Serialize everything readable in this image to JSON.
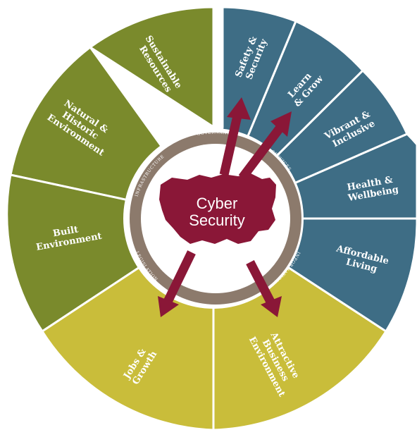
{
  "center": {
    "title_line1": "Cyber",
    "title_line2": "Security"
  },
  "colors": {
    "olive": "#7a8a2c",
    "teal": "#3e6d85",
    "mustard": "#c9bd3a",
    "ring": "#8c7a6c",
    "maroon": "#8a1737",
    "white": "#ffffff"
  },
  "segments": [
    {
      "id": "safety",
      "lines": [
        "Safety &",
        "Security"
      ],
      "color_key": "teal"
    },
    {
      "id": "learn",
      "lines": [
        "Learn",
        "& Grow"
      ],
      "color_key": "teal"
    },
    {
      "id": "vibrant",
      "lines": [
        "Vibrant &",
        "Inclusive"
      ],
      "color_key": "teal"
    },
    {
      "id": "health",
      "lines": [
        "Health &",
        "Wellbeing"
      ],
      "color_key": "teal"
    },
    {
      "id": "affordable",
      "lines": [
        "Affordable",
        "Living"
      ],
      "color_key": "teal"
    },
    {
      "id": "business",
      "lines": [
        "Attractive",
        "Business",
        "Environment"
      ],
      "color_key": "mustard"
    },
    {
      "id": "jobs",
      "lines": [
        "Jobs &",
        "Growth"
      ],
      "color_key": "mustard"
    },
    {
      "id": "built",
      "lines": [
        "Built",
        "Environment"
      ],
      "color_key": "olive"
    },
    {
      "id": "natural",
      "lines": [
        "Natural &",
        "Historic",
        "Environment"
      ],
      "color_key": "olive"
    },
    {
      "id": "sustainable",
      "lines": [
        "Sustainable",
        "Resources"
      ],
      "color_key": "olive"
    }
  ],
  "ring_labels": {
    "governance": "GOVERNANCE",
    "services": "SERVICES",
    "information": "INFORMATION",
    "leader": "LEADER & PARTNER",
    "legislation": "LEGISLATION",
    "infrastructure": "INFRASTRUCTURE"
  }
}
